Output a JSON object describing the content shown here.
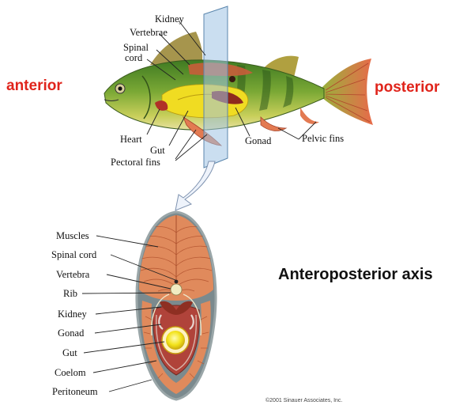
{
  "directions": {
    "anterior": "anterior",
    "posterior": "posterior"
  },
  "fish_labels": {
    "kidney": "Kidney",
    "vertebrae": "Vertebrae",
    "spinal_cord_line1": "Spinal",
    "spinal_cord_line2": "cord",
    "heart": "Heart",
    "gut": "Gut",
    "pectoral_fins": "Pectoral fins",
    "gonad": "Gonad",
    "pelvic_fins": "Pelvic fins"
  },
  "section_labels": [
    "Muscles",
    "Spinal cord",
    "Vertebra",
    "Rib",
    "Kidney",
    "Gonad",
    "Gut",
    "Coelom",
    "Peritoneum"
  ],
  "axis_title": "Anteroposterior axis",
  "copyright": "©2001 Sinauer Associates, Inc.",
  "colors": {
    "direction_text": "#e0241b",
    "muscle": "#e08a5c",
    "gut": "#f2e21a",
    "coelom": "#b4463c",
    "fish_back": "#4f8a2a",
    "fish_belly": "#c9d35a",
    "fin": "#e3744d",
    "plane": "#9fc2e4"
  }
}
